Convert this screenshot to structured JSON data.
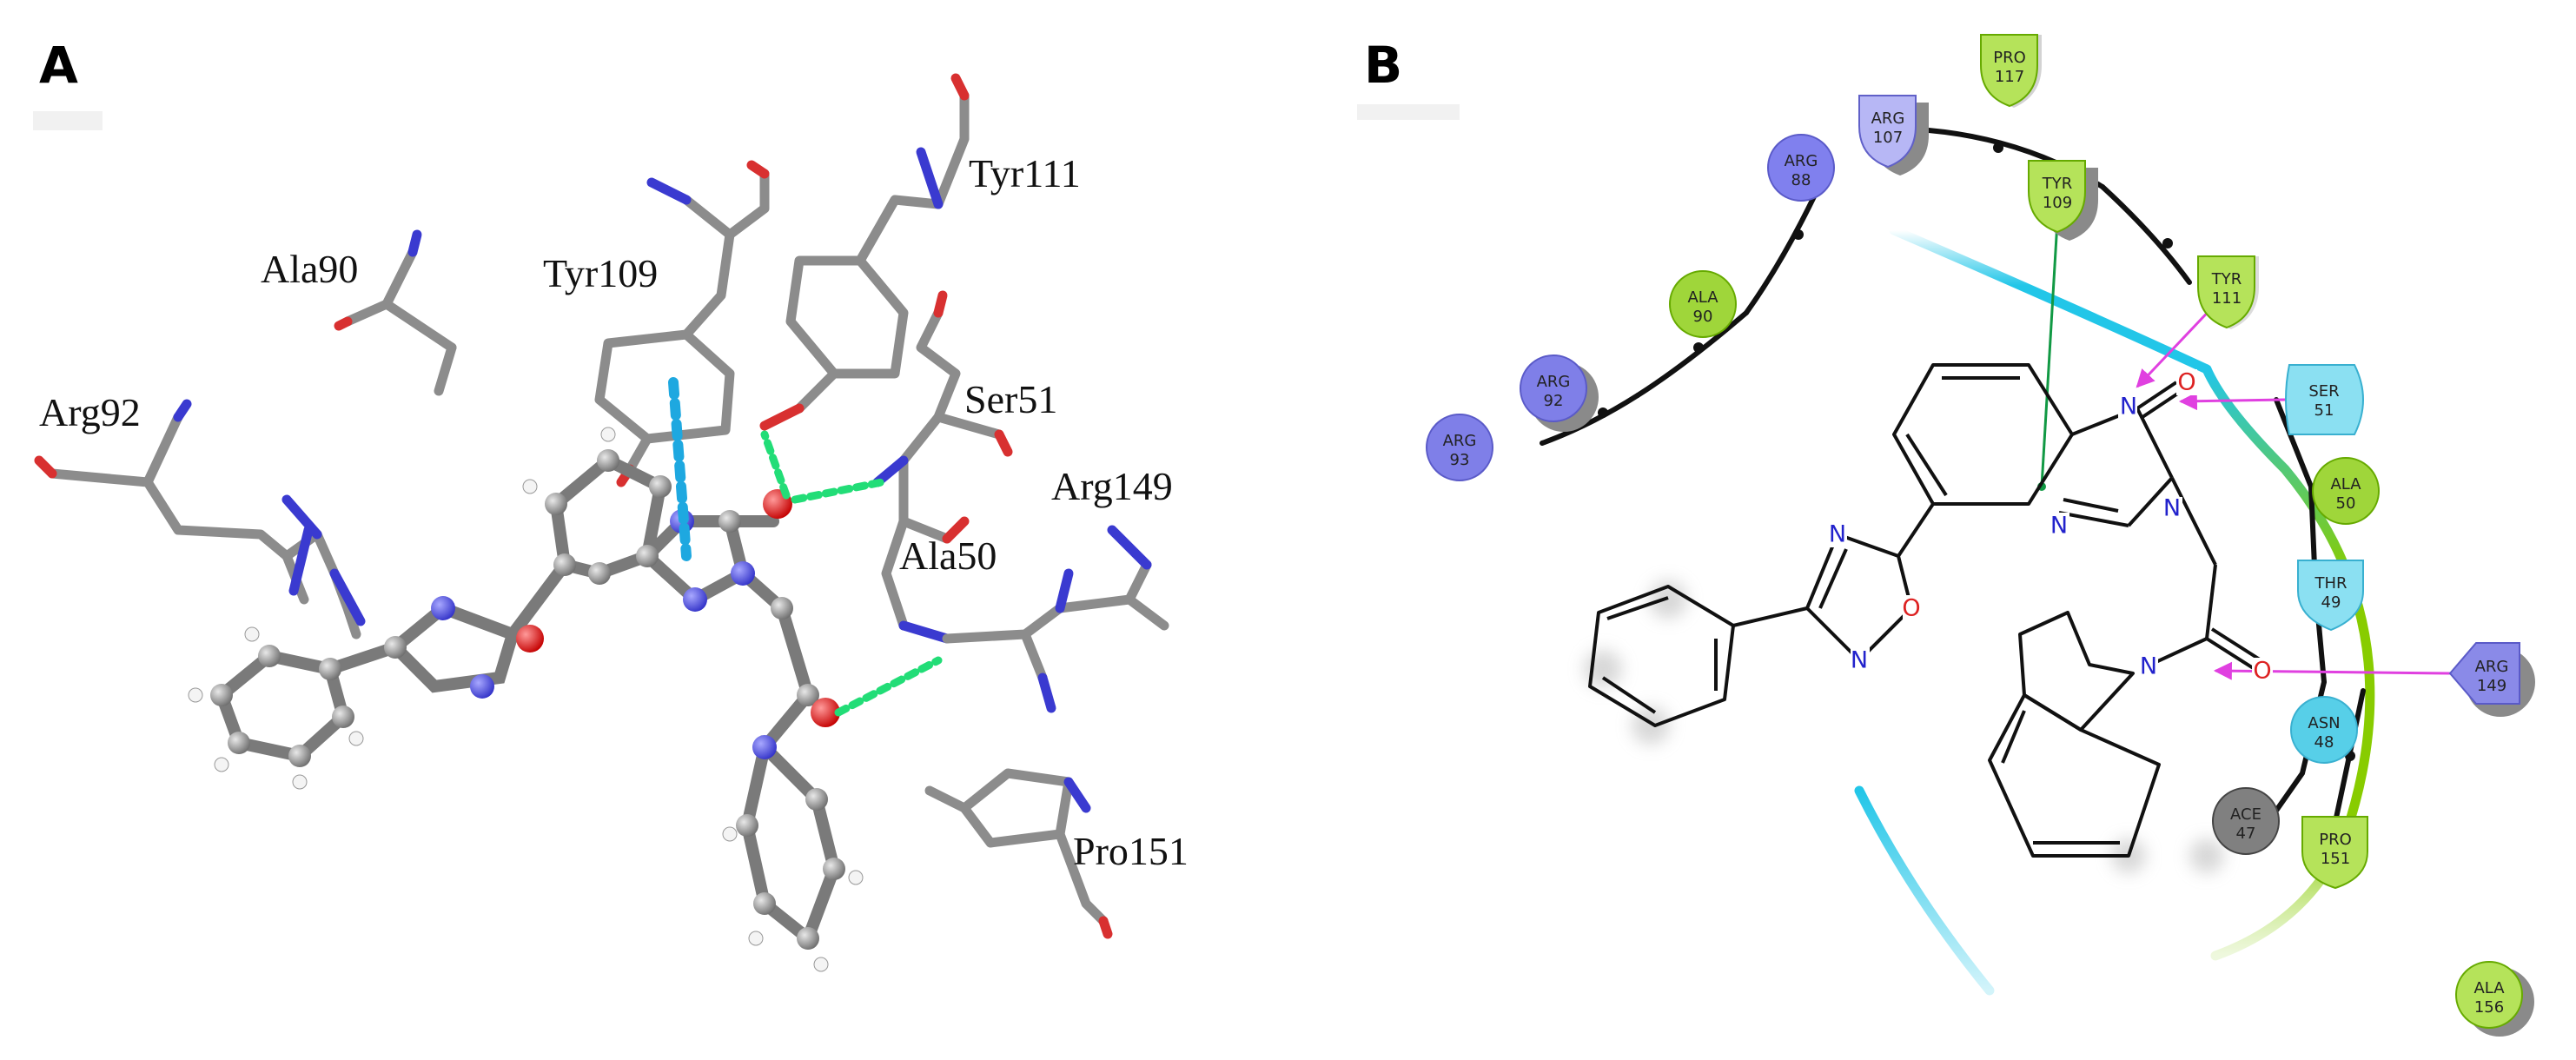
{
  "panels": [
    {
      "label": "A"
    },
    {
      "label": "B"
    }
  ],
  "panel_a": {
    "residue_labels": [
      "Tyr111",
      "Ala90",
      "Tyr109",
      "Arg92",
      "Ser51",
      "Arg149",
      "Ala50",
      "Pro151"
    ]
  },
  "panel_b": {
    "residues": [
      {
        "name": "PRO",
        "num": "117",
        "kind": "hydrophobic"
      },
      {
        "name": "ARG",
        "num": "107",
        "kind": "positive"
      },
      {
        "name": "ARG",
        "num": "88",
        "kind": "positive"
      },
      {
        "name": "TYR",
        "num": "109",
        "kind": "hydrophobic"
      },
      {
        "name": "TYR",
        "num": "111",
        "kind": "hydrophobic"
      },
      {
        "name": "ALA",
        "num": "90",
        "kind": "hydrophobic"
      },
      {
        "name": "SER",
        "num": "51",
        "kind": "polar"
      },
      {
        "name": "ARG",
        "num": "92",
        "kind": "positive"
      },
      {
        "name": "ARG",
        "num": "93",
        "kind": "positive"
      },
      {
        "name": "ALA",
        "num": "50",
        "kind": "hydrophobic"
      },
      {
        "name": "THR",
        "num": "49",
        "kind": "polar"
      },
      {
        "name": "ARG",
        "num": "149",
        "kind": "positive"
      },
      {
        "name": "ASN",
        "num": "48",
        "kind": "polar"
      },
      {
        "name": "ACE",
        "num": "47",
        "kind": "other"
      },
      {
        "name": "PRO",
        "num": "151",
        "kind": "hydrophobic"
      },
      {
        "name": "ALA",
        "num": "156",
        "kind": "hydrophobic"
      }
    ],
    "atom_labels": [
      "N",
      "N",
      "N",
      "N",
      "N",
      "O",
      "O",
      "O",
      "N"
    ],
    "colors": {
      "hydrophobic": "#9fd63a",
      "positive": "#7f7fe8",
      "polar": "#57cfe8",
      "other": "#808080",
      "hbond_arrow": "#e040e0",
      "pi_stack": "#119944",
      "pocket_cyan": "#22c6e8",
      "pocket_green": "#88cc00"
    }
  }
}
